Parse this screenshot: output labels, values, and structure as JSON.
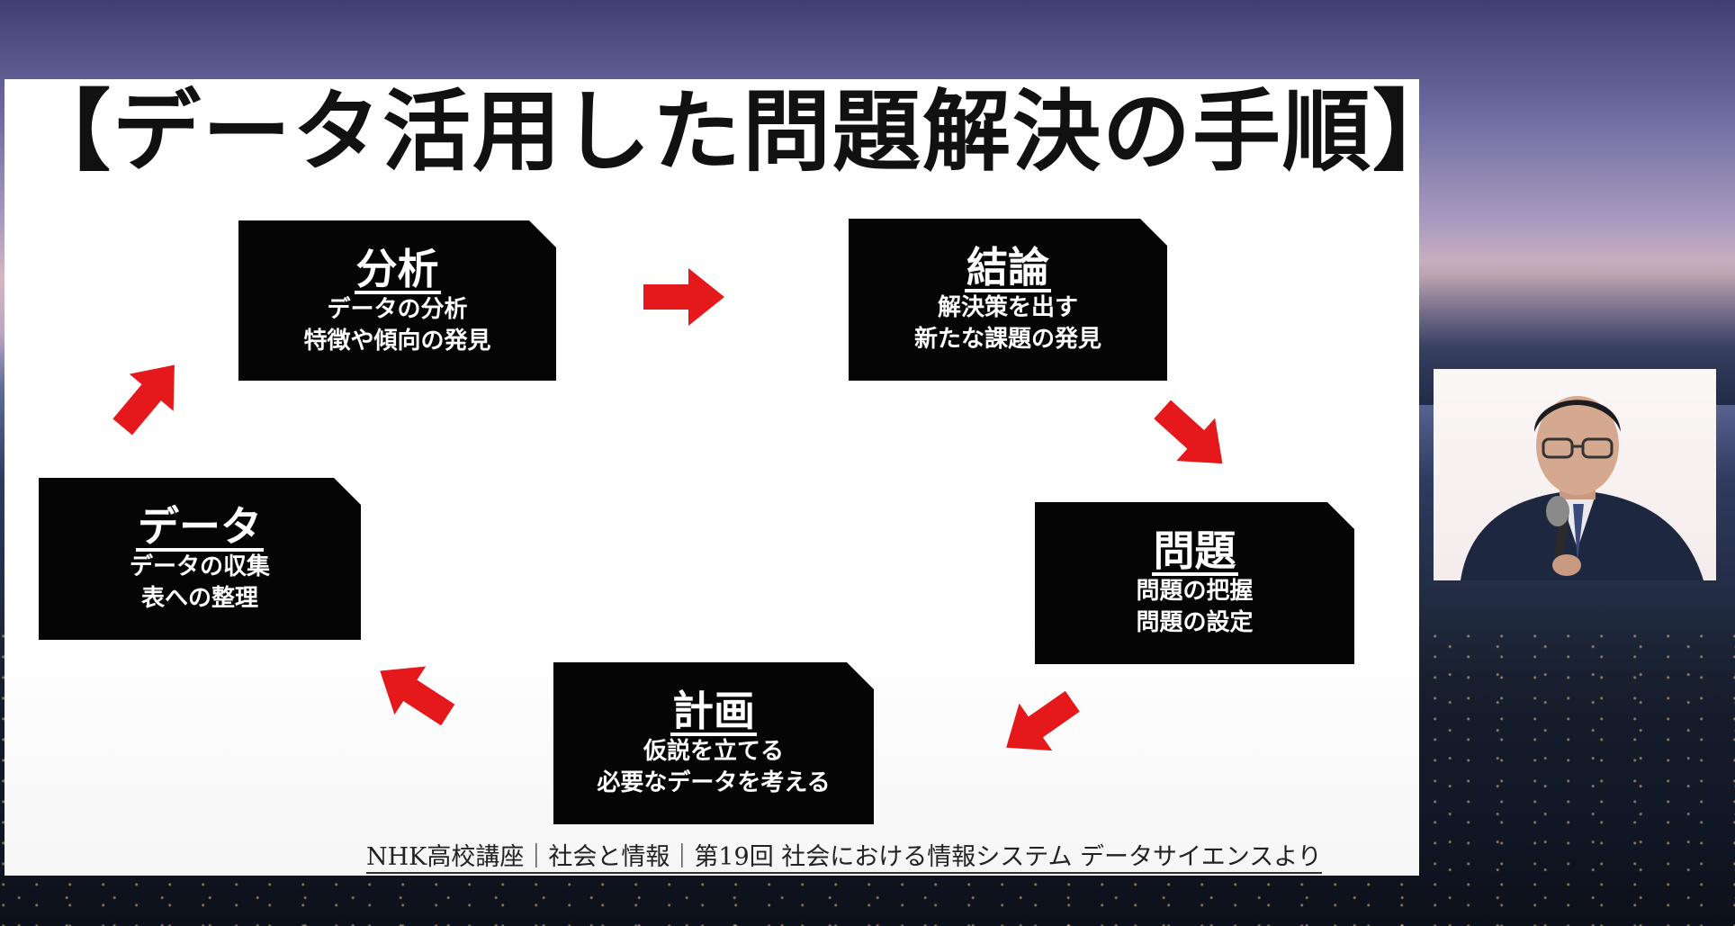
{
  "slide": {
    "title": "【データ活用した問題解決の手順】",
    "steps": [
      {
        "title": "分析",
        "lines": [
          "データの分析",
          "特徴や傾向の発見"
        ]
      },
      {
        "title": "結論",
        "lines": [
          "解決策を出す",
          "新たな課題の発見"
        ]
      },
      {
        "title": "問題",
        "lines": [
          "問題の把握",
          "問題の設定"
        ]
      },
      {
        "title": "計画",
        "lines": [
          "仮説を立てる",
          "必要なデータを考える"
        ]
      },
      {
        "title": "データ",
        "lines": [
          "データの収集",
          "表への整理"
        ]
      }
    ],
    "source": "NHK高校講座｜社会と情報｜第19回 社会における情報システム データサイエンスより"
  },
  "colors": {
    "arrow": "#e5191c",
    "box": "#050505",
    "box_text": "#ffffff"
  },
  "icons": {
    "arrow": "red-arrow-icon"
  }
}
